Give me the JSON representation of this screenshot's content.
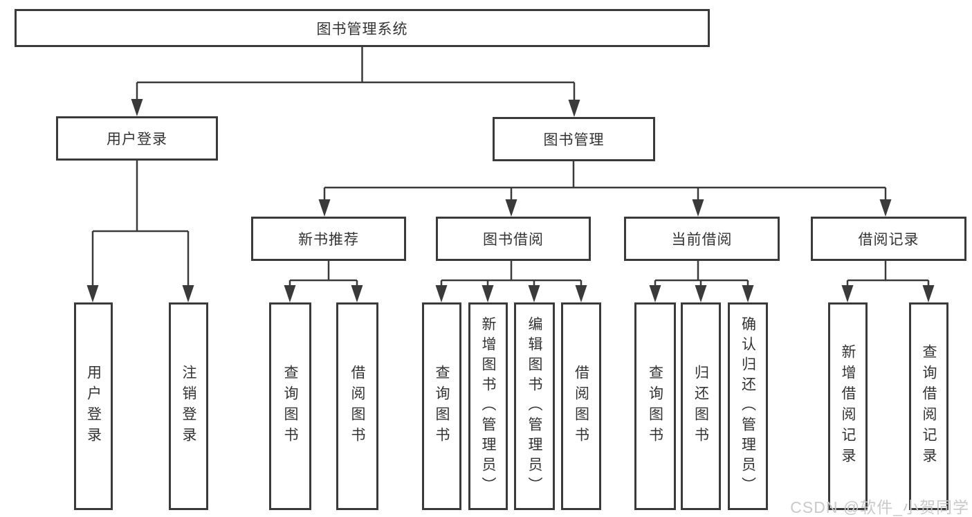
{
  "tree": {
    "label": "图书管理系统",
    "children": [
      {
        "label": "用户登录",
        "children": [
          {
            "label": "用户登录"
          },
          {
            "label": "注销登录"
          }
        ]
      },
      {
        "label": "图书管理",
        "children": [
          {
            "label": "新书推荐",
            "children": [
              {
                "label": "查询图书"
              },
              {
                "label": "借阅图书"
              }
            ]
          },
          {
            "label": "图书借阅",
            "children": [
              {
                "label": "查询图书"
              },
              {
                "label": "新增图书（管理员）"
              },
              {
                "label": "编辑图书（管理员）"
              },
              {
                "label": "借阅图书"
              }
            ]
          },
          {
            "label": "当前借阅",
            "children": [
              {
                "label": "查询图书"
              },
              {
                "label": "归还图书"
              },
              {
                "label": "确认归还（管理员）"
              }
            ]
          },
          {
            "label": "借阅记录",
            "children": [
              {
                "label": "新增借阅记录"
              },
              {
                "label": "查询借阅记录"
              }
            ]
          }
        ]
      }
    ]
  },
  "watermark": {
    "text": "CSDN @软件_小贺同学"
  },
  "colors": {
    "line": "#3a3a3a",
    "box_border": "#3a3a3a",
    "text": "#333333",
    "watermark": "#c9c9c9",
    "background": "#ffffff"
  }
}
